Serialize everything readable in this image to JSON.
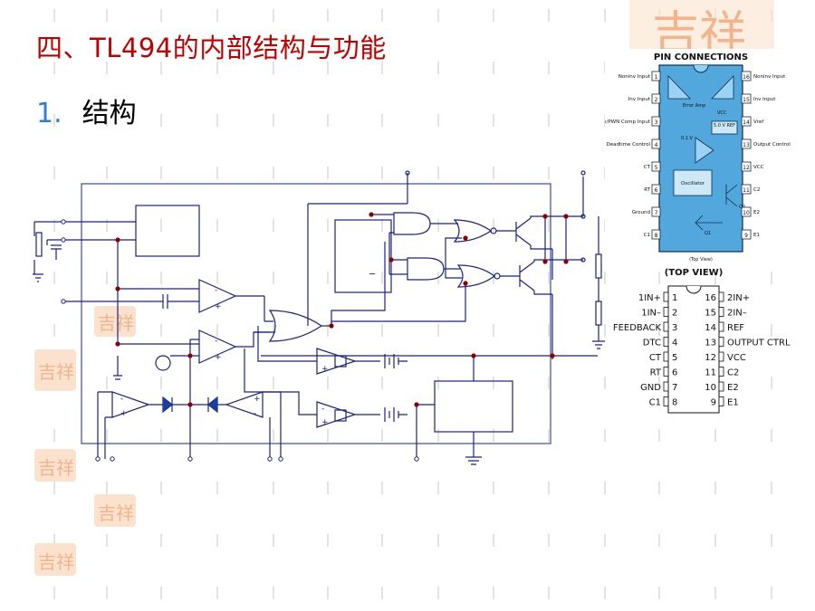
{
  "slide": {
    "title": "四、TL494的内部结构与功能",
    "item_number": "1.",
    "item_text": "结构"
  },
  "pin_connections": {
    "title": "PIN CONNECTIONS",
    "top_view_note": "(Top View)",
    "left_pins": [
      {
        "num": "1",
        "label": "Noninv Input"
      },
      {
        "num": "2",
        "label": "Inv Input"
      },
      {
        "num": "3",
        "label": "Compen/PWN Comp Input"
      },
      {
        "num": "4",
        "label": "Deadtime Control"
      },
      {
        "num": "5",
        "label": "CT"
      },
      {
        "num": "6",
        "label": "RT"
      },
      {
        "num": "7",
        "label": "Ground"
      },
      {
        "num": "8",
        "label": "C1"
      }
    ],
    "right_pins": [
      {
        "num": "16",
        "label": "Noninv Input"
      },
      {
        "num": "15",
        "label": "Inv Input"
      },
      {
        "num": "14",
        "label": "Vref"
      },
      {
        "num": "13",
        "label": "Output Control"
      },
      {
        "num": "12",
        "label": "VCC"
      },
      {
        "num": "11",
        "label": "C2"
      },
      {
        "num": "10",
        "label": "E2"
      },
      {
        "num": "9",
        "label": "E1"
      }
    ],
    "inner": {
      "error_amp": "Error Amp",
      "vcc": "VCC",
      "ref": "5.0 V REF",
      "dtc_offset": "0.1 V",
      "oscillator": "Oscillator",
      "q1": "Q1",
      "q2": "Q2"
    }
  },
  "dip_package": {
    "header": "(TOP VIEW)",
    "left": [
      {
        "num": "1",
        "label": "1IN+"
      },
      {
        "num": "2",
        "label": "1IN–"
      },
      {
        "num": "3",
        "label": "FEEDBACK"
      },
      {
        "num": "4",
        "label": "DTC"
      },
      {
        "num": "5",
        "label": "CT"
      },
      {
        "num": "6",
        "label": "RT"
      },
      {
        "num": "7",
        "label": "GND"
      },
      {
        "num": "8",
        "label": "C1"
      }
    ],
    "right": [
      {
        "num": "16",
        "label": "2IN+"
      },
      {
        "num": "15",
        "label": "2IN–"
      },
      {
        "num": "14",
        "label": "REF"
      },
      {
        "num": "13",
        "label": "OUTPUT CTRL"
      },
      {
        "num": "12",
        "label": "VCC"
      },
      {
        "num": "11",
        "label": "C2"
      },
      {
        "num": "10",
        "label": "E2"
      },
      {
        "num": "9",
        "label": "E1"
      }
    ]
  },
  "colors": {
    "title": "#c00000",
    "bullet": "#2f7fd1",
    "circuit": "#1a237e",
    "node": "#8b0000",
    "pin_box": "#52a8dd",
    "seal": "#f2b48c"
  },
  "decorations": {
    "seal_text": "吉祥",
    "minus_sign": "_"
  }
}
